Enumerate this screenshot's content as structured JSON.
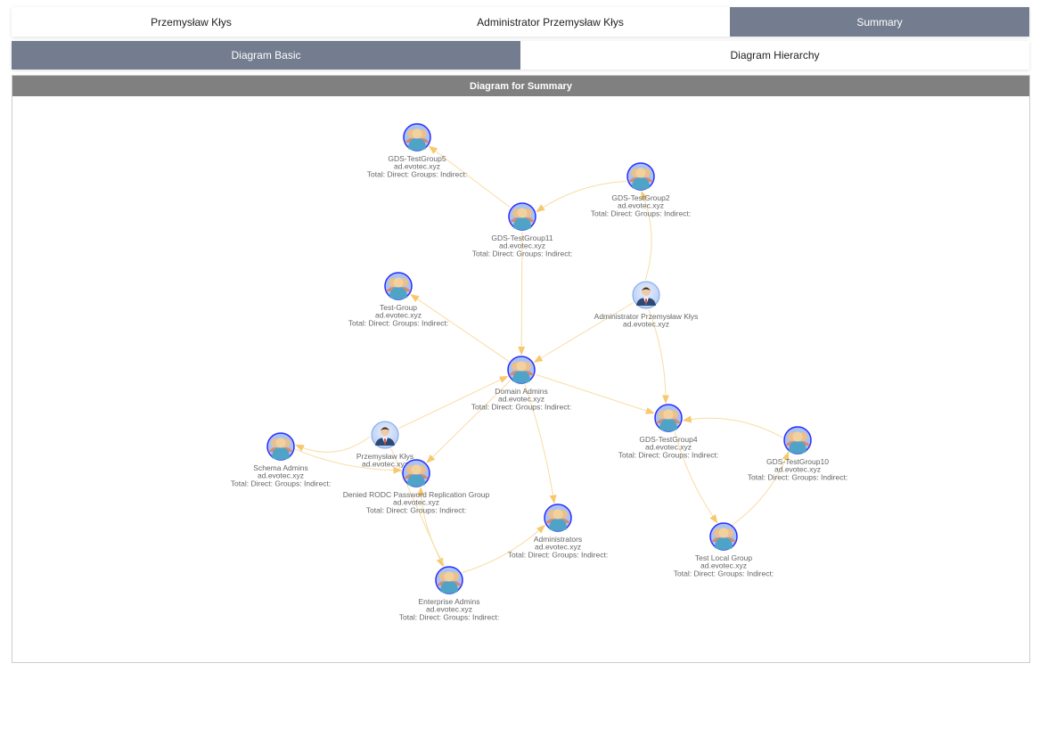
{
  "top_tabs": [
    {
      "label": "Przemysław Kłys"
    },
    {
      "label": "Administrator Przemysław Kłys"
    },
    {
      "label": "Summary",
      "active": true
    }
  ],
  "sub_tabs": [
    {
      "label": "Diagram Basic",
      "active": true
    },
    {
      "label": "Diagram Hierarchy"
    }
  ],
  "panel": {
    "title": "Diagram for Summary"
  },
  "colors": {
    "tab_active": "#737d8f",
    "edge": "#f7d28c",
    "node_border": "#2b2bff",
    "panel_header": "#808080"
  },
  "diagram": {
    "nodes": [
      {
        "id": "g5",
        "type": "group",
        "name": "GDS-TestGroup5",
        "domain": "ad.evotec.xyz",
        "stats": "Total:  Direct:  Groups:  Indirect:"
      },
      {
        "id": "g2",
        "type": "group",
        "name": "GDS-TestGroup2",
        "domain": "ad.evotec.xyz",
        "stats": "Total:  Direct:  Groups:  Indirect:"
      },
      {
        "id": "g11",
        "type": "group",
        "name": "GDS-TestGroup11",
        "domain": "ad.evotec.xyz",
        "stats": "Total:  Direct:  Groups:  Indirect:"
      },
      {
        "id": "tg",
        "type": "group",
        "name": "Test-Group",
        "domain": "ad.evotec.xyz",
        "stats": "Total:  Direct:  Groups:  Indirect:"
      },
      {
        "id": "adm",
        "type": "user",
        "name": "Administrator Przemysław Kłys",
        "domain": "ad.evotec.xyz",
        "stats": ""
      },
      {
        "id": "da",
        "type": "group",
        "name": "Domain Admins",
        "domain": "ad.evotec.xyz",
        "stats": "Total:  Direct:  Groups:  Indirect:"
      },
      {
        "id": "g4",
        "type": "group",
        "name": "GDS-TestGroup4",
        "domain": "ad.evotec.xyz",
        "stats": "Total:  Direct:  Groups:  Indirect:"
      },
      {
        "id": "g10",
        "type": "group",
        "name": "GDS-TestGroup10",
        "domain": "ad.evotec.xyz",
        "stats": "Total:  Direct:  Groups:  Indirect:"
      },
      {
        "id": "pk",
        "type": "user",
        "name": "Przemysław Kłys",
        "domain": "ad.evotec.xyz",
        "stats": ""
      },
      {
        "id": "sa",
        "type": "group",
        "name": "Schema Admins",
        "domain": "ad.evotec.xyz",
        "stats": "Total:  Direct:  Groups:  Indirect:"
      },
      {
        "id": "rodc",
        "type": "group",
        "name": "Denied RODC Password Replication Group",
        "domain": "ad.evotec.xyz",
        "stats": "Total:  Direct:  Groups:  Indirect:"
      },
      {
        "id": "admins",
        "type": "group",
        "name": "Administrators",
        "domain": "ad.evotec.xyz",
        "stats": "Total:  Direct:  Groups:  Indirect:"
      },
      {
        "id": "tlg",
        "type": "group",
        "name": "Test Local Group",
        "domain": "ad.evotec.xyz",
        "stats": "Total:  Direct:  Groups:  Indirect:"
      },
      {
        "id": "ea",
        "type": "group",
        "name": "Enterprise Admins",
        "domain": "ad.evotec.xyz",
        "stats": "Total:  Direct:  Groups:  Indirect:"
      }
    ],
    "edges": [
      [
        "g11",
        "g5"
      ],
      [
        "g2",
        "g11"
      ],
      [
        "g11",
        "da"
      ],
      [
        "adm",
        "g2"
      ],
      [
        "adm",
        "da"
      ],
      [
        "adm",
        "g4"
      ],
      [
        "da",
        "tg"
      ],
      [
        "da",
        "g4"
      ],
      [
        "da",
        "rodc"
      ],
      [
        "da",
        "admins"
      ],
      [
        "pk",
        "da"
      ],
      [
        "pk",
        "sa"
      ],
      [
        "sa",
        "rodc"
      ],
      [
        "pk",
        "ea"
      ],
      [
        "ea",
        "rodc"
      ],
      [
        "ea",
        "admins"
      ],
      [
        "g4",
        "tlg"
      ],
      [
        "tlg",
        "g10"
      ],
      [
        "g10",
        "g4"
      ]
    ]
  }
}
